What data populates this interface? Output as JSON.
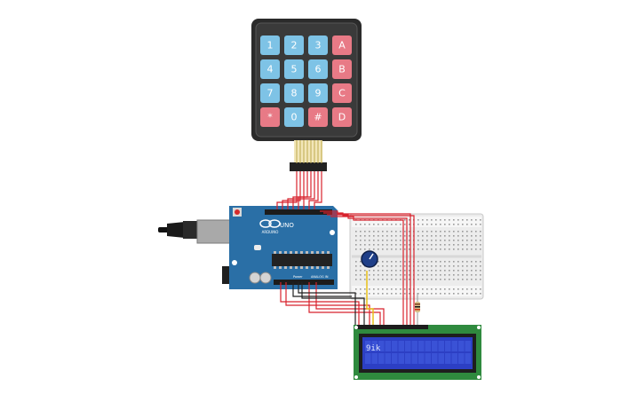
{
  "keypad": {
    "keys": [
      {
        "label": "1",
        "kind": "num"
      },
      {
        "label": "2",
        "kind": "num"
      },
      {
        "label": "3",
        "kind": "num"
      },
      {
        "label": "A",
        "kind": "func"
      },
      {
        "label": "4",
        "kind": "num"
      },
      {
        "label": "5",
        "kind": "num"
      },
      {
        "label": "6",
        "kind": "num"
      },
      {
        "label": "B",
        "kind": "func"
      },
      {
        "label": "7",
        "kind": "num"
      },
      {
        "label": "8",
        "kind": "num"
      },
      {
        "label": "9",
        "kind": "num"
      },
      {
        "label": "C",
        "kind": "func"
      },
      {
        "label": "*",
        "kind": "func"
      },
      {
        "label": "0",
        "kind": "num"
      },
      {
        "label": "#",
        "kind": "func"
      },
      {
        "label": "D",
        "kind": "func"
      }
    ]
  },
  "arduino": {
    "model": "UNO",
    "brand": "ARDUINO",
    "power_label": "Power",
    "analog_label": "ANALOG IN"
  },
  "lcd": {
    "text": "9ik"
  },
  "colors": {
    "keypad_body": "#2b2b2b",
    "key_num": "#7ec3e6",
    "key_func": "#e87a86",
    "arduino_board": "#2a6fa6",
    "wire_red": "#d8222c",
    "wire_black": "#222222",
    "wire_yellow": "#e8c21a",
    "lcd_frame": "#2f8a3e",
    "lcd_screen": "#2c3fc4",
    "breadboard": "#ececec"
  }
}
